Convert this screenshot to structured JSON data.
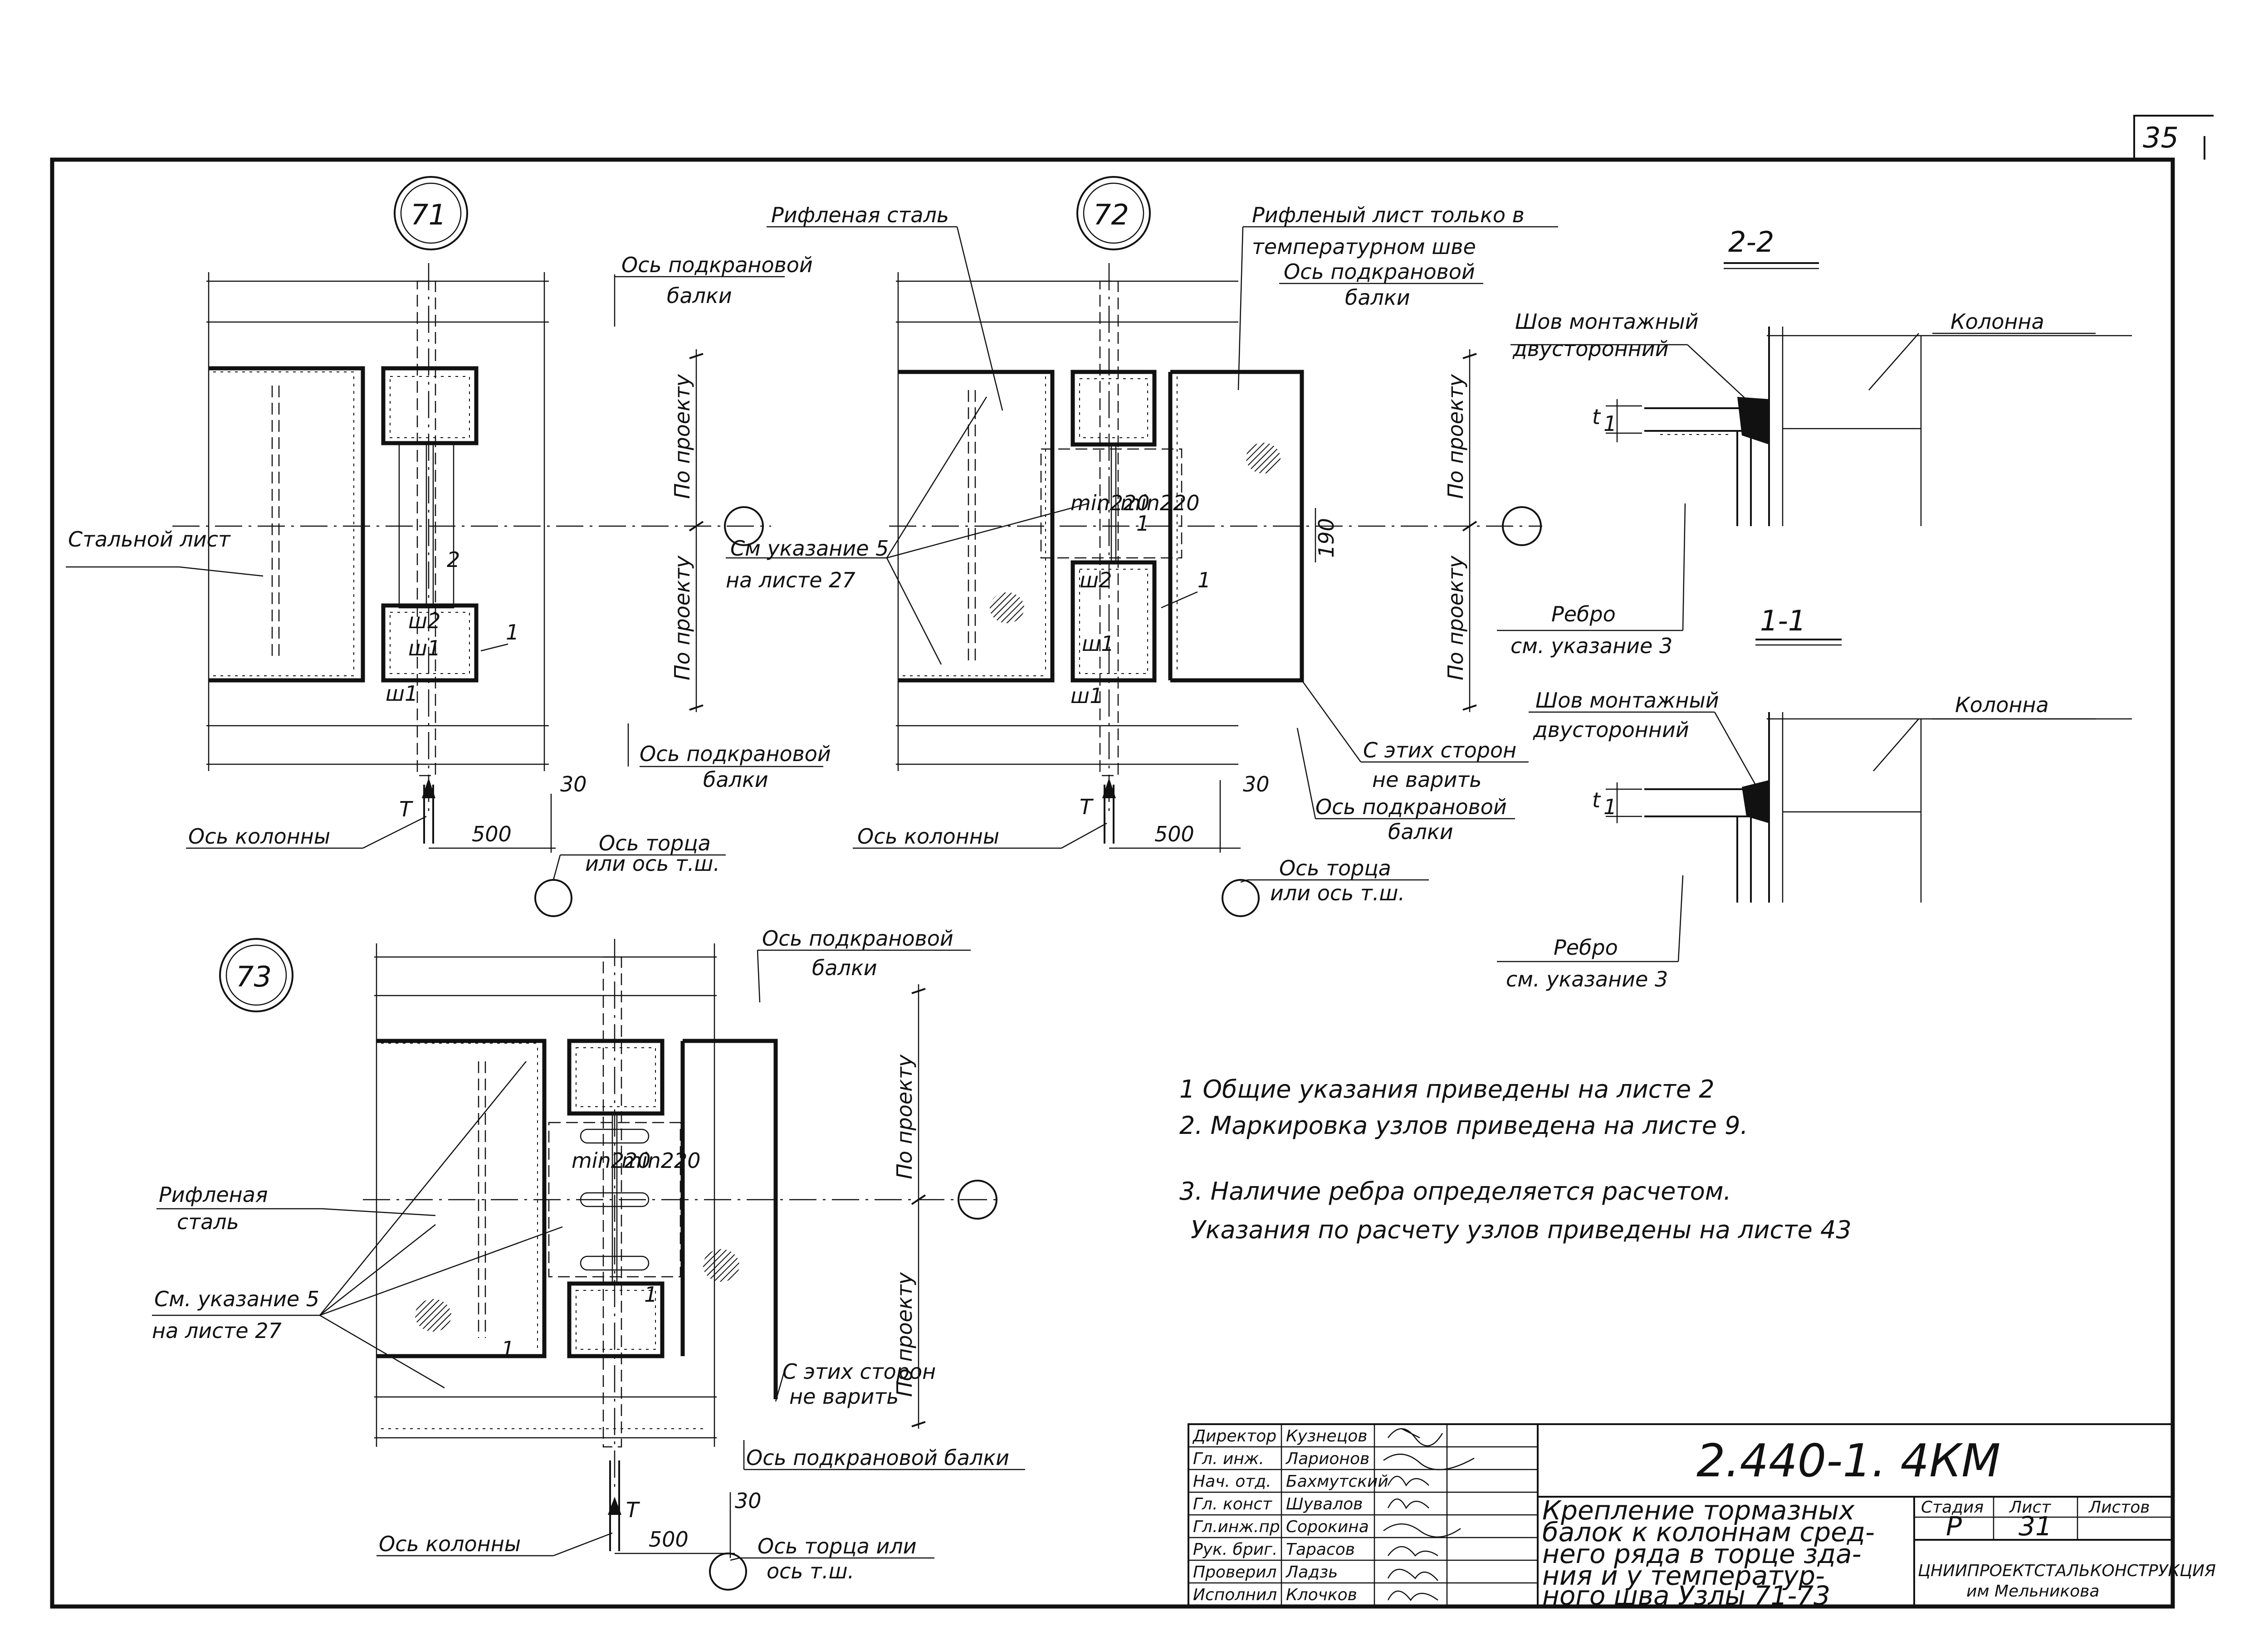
{
  "sheet_number": "35",
  "nodes": {
    "n71": {
      "marker": "71",
      "steel_sheet_label": "Стальной лист",
      "axis_top": [
        "Ось подкрановой",
        "балки"
      ],
      "axis_bottom": [
        "Ось подкрановой",
        "балки"
      ],
      "dim_top": "По проекту",
      "dim_bottom": "По проекту",
      "axis_column": "Ось колонны",
      "axis_end": [
        "Ось торца",
        "или ось т.ш."
      ],
      "dim_500": "500",
      "dim_30": "30",
      "force": "T",
      "tag_1": "1",
      "sec_2": "2",
      "weld_w2": "ш2",
      "weld_w1a": "ш1",
      "weld_w1b": "ш1"
    },
    "n72": {
      "marker": "72",
      "checker_steel": "Рифленая сталь",
      "checker_only": [
        "Рифленый лист только в",
        "температурном шве"
      ],
      "axis_top": [
        "Ось подкрановой",
        "балки"
      ],
      "see_note": [
        "См указание 5",
        "на листе 27"
      ],
      "dim_top": "По проекту",
      "dim_bottom": "По проекту",
      "dim_190": "190",
      "min1": "min220",
      "min2": "min220",
      "no_weld": [
        "С этих сторон",
        "не варить"
      ],
      "axis_bottom": [
        "Ось подкрановой",
        "балки"
      ],
      "axis_column": "Ось колонны",
      "axis_end": [
        "Ось торца",
        "или ось т.ш."
      ],
      "dim_500": "500",
      "dim_30": "30",
      "force": "T",
      "tag_1": "1",
      "sec_1": "1",
      "weld_w2": "ш2",
      "weld_w1a": "ш1",
      "weld_w1b": "ш1"
    },
    "n73": {
      "marker": "73",
      "axis_top": [
        "Ось подкрановой",
        "балки"
      ],
      "checker_steel": [
        "Рифленая",
        "сталь"
      ],
      "see_note": [
        "См. указание 5",
        "на листе 27"
      ],
      "dim_top": "По проекту",
      "dim_bottom": "По проекту",
      "min1": "min220",
      "min2": "min220",
      "no_weld": [
        "С этих сторон",
        "не варить"
      ],
      "axis_bottom": "Ось подкрановой балки",
      "axis_column": "Ось колонны",
      "axis_end": [
        "Ось торца или",
        "ось т.ш."
      ],
      "dim_500": "500",
      "dim_30": "30",
      "force": "T",
      "tag_1": "1",
      "sec_1": "1"
    }
  },
  "sections": {
    "s22": {
      "title": "2-2",
      "weld": [
        "Шов монтажный",
        "двусторонний"
      ],
      "column": "Колонна",
      "t": "t",
      "t_sub": "1",
      "rib": [
        "Ребро",
        "см. указание 3"
      ]
    },
    "s11": {
      "title": "1-1",
      "weld": [
        "Шов монтажный",
        "двусторонний"
      ],
      "column": "Колонна",
      "t": "t",
      "t_sub": "1",
      "rib": [
        "Ребро",
        "см. указание 3"
      ]
    }
  },
  "notes": [
    "1 Общие указания приведены на листе 2",
    "2. Маркировка узлов приведена на листе 9.",
    "3. Наличие ребра определяется расчетом.",
    "Указания по расчету узлов приведены на листе 43"
  ],
  "title_block": {
    "code": "2.440-1. 4КМ",
    "people": [
      {
        "role": "Директор",
        "name": "Кузнецов"
      },
      {
        "role": "Гл. инж.",
        "name": "Ларионов"
      },
      {
        "role": "Нач. отд.",
        "name": "Бахмутский"
      },
      {
        "role": "Гл. конст",
        "name": "Шувалов"
      },
      {
        "role": "Гл.инж.пр",
        "name": "Сорокина"
      },
      {
        "role": "Рук. бриг.",
        "name": "Тарасов"
      },
      {
        "role": "Проверил",
        "name": "Ладзь"
      },
      {
        "role": "Исполнил",
        "name": "Клочков"
      }
    ],
    "description": [
      "Крепление тормазных",
      "балок к колоннам сред-",
      "него ряда в торце зда-",
      "ния и у температур-",
      "ного шва Узлы 71-73"
    ],
    "col_stage": "Стадия",
    "col_sheet": "Лист",
    "col_sheets": "Листов",
    "stage": "Р",
    "sheet": "31",
    "org": "ЦНИИПРОЕКТСТАЛЬКОНСТРУКЦИЯ",
    "org_sub": "им Мельникова"
  }
}
